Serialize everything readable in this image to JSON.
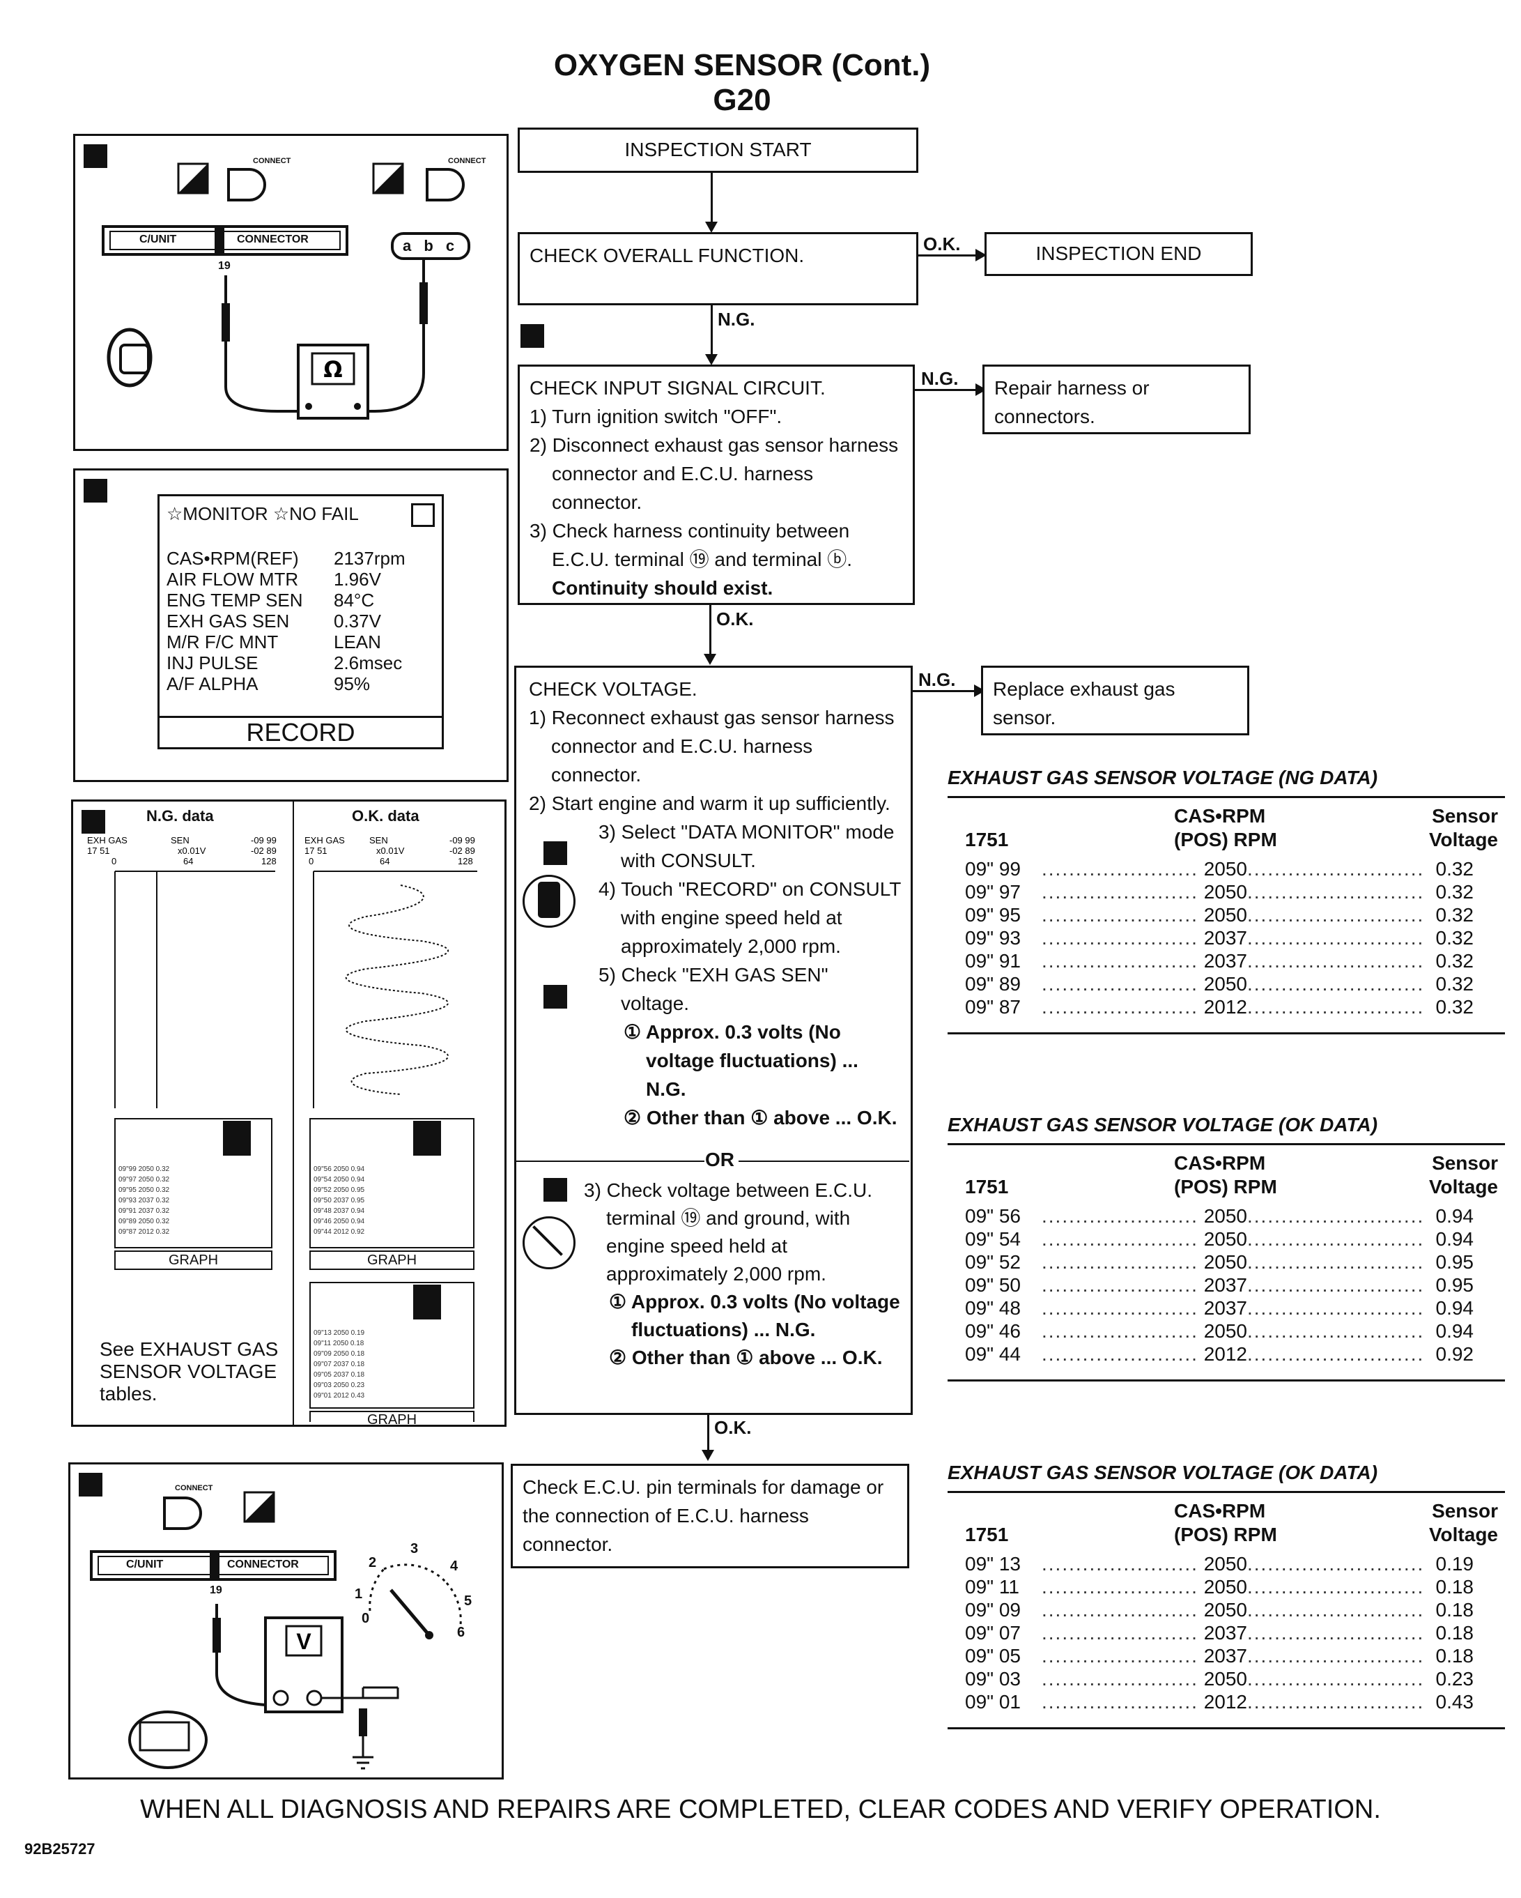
{
  "header": {
    "title": "OXYGEN SENSOR (Cont.)",
    "subtitle": "G20"
  },
  "flow": {
    "start": "INSPECTION START",
    "check_overall": "CHECK OVERALL FUNCTION.",
    "ok1": "O.K.",
    "inspection_end": "INSPECTION END",
    "ng1": "N.G.",
    "input": {
      "title": "CHECK INPUT SIGNAL CIRCUIT.",
      "s1": "1) Turn ignition switch \"OFF\".",
      "s2": "2) Disconnect exhaust gas sensor harness connector and E.C.U. harness connector.",
      "s3": "3) Check harness continuity between E.C.U. terminal ⑲ and terminal ⓑ.",
      "s4": "Continuity should exist."
    },
    "ng2": "N.G.",
    "repair": "Repair harness or connectors.",
    "ok2": "O.K.",
    "voltage": {
      "title": "CHECK VOLTAGE.",
      "s1": "1) Reconnect exhaust gas sensor harness connector and E.C.U. harness connector.",
      "s2": "2) Start engine and warm it up sufficiently.",
      "s3": "3) Select \"DATA MONITOR\" mode with CONSULT.",
      "s4": "4) Touch \"RECORD\" on CONSULT with engine speed held at approximately 2,000 rpm.",
      "s5": "5) Check \"EXH GAS SEN\" voltage.",
      "c1": "① Approx. 0.3 volts (No voltage fluctuations) ... N.G.",
      "c2": "② Other than ① above ... O.K.",
      "or": "OR",
      "alt3": "3) Check voltage between E.C.U. terminal ⑲ and ground, with engine speed held at approximately 2,000 rpm.",
      "alt_c1": "① Approx. 0.3 volts (No voltage fluctuations) ... N.G.",
      "alt_c2": "② Other than ① above ... O.K."
    },
    "ng3": "N.G.",
    "replace": "Replace exhaust gas sensor.",
    "ok3": "O.K.",
    "final": "Check E.C.U. pin terminals for damage or the connection of E.C.U. harness connector."
  },
  "panel_a": {
    "connector": "C/UNIT",
    "connector2": "CONNECTOR",
    "pin": "19",
    "abc": "a b c",
    "connect": "CONNECT",
    "ohm": "Ω"
  },
  "panel_b": {
    "monitor": "☆MONITOR  ☆NO FAIL",
    "rows": [
      {
        "k": "CAS•RPM(REF)",
        "v": "2137rpm"
      },
      {
        "k": "AIR FLOW MTR",
        "v": "1.96V"
      },
      {
        "k": "ENG TEMP SEN",
        "v": "84°C"
      },
      {
        "k": "EXH GAS SEN",
        "v": "0.37V"
      },
      {
        "k": "M/R F/C MNT",
        "v": "LEAN"
      },
      {
        "k": "INJ PULSE",
        "v": "2.6msec"
      },
      {
        "k": "A/F ALPHA",
        "v": "95%"
      }
    ],
    "record": "RECORD"
  },
  "panel_c": {
    "ng_title": "N.G. data",
    "ok_title": "O.K. data",
    "graph": "GRAPH",
    "note": "See EXHAUST GAS SENSOR VOLTAGE tables."
  },
  "panel_d": {
    "connect": "CONNECT",
    "connector": "C/UNIT",
    "connector2": "CONNECTOR",
    "pin": "19",
    "volt": "V",
    "scale": [
      "0",
      "1",
      "2",
      "3",
      "4",
      "5",
      "6"
    ]
  },
  "tables": [
    {
      "title": "EXHAUST GAS SENSOR VOLTAGE (NG DATA)",
      "col1": "1751",
      "col2a": "CAS•RPM",
      "col2b": "(POS) RPM",
      "col3a": "Sensor",
      "col3b": "Voltage",
      "rows": [
        {
          "t": "09\" 99",
          "rpm": "2050",
          "v": "0.32"
        },
        {
          "t": "09\" 97",
          "rpm": "2050",
          "v": "0.32"
        },
        {
          "t": "09\" 95",
          "rpm": "2050",
          "v": "0.32"
        },
        {
          "t": "09\" 93",
          "rpm": "2037",
          "v": "0.32"
        },
        {
          "t": "09\" 91",
          "rpm": "2037",
          "v": "0.32"
        },
        {
          "t": "09\" 89",
          "rpm": "2050",
          "v": "0.32"
        },
        {
          "t": "09\" 87",
          "rpm": "2012",
          "v": "0.32"
        }
      ]
    },
    {
      "title": "EXHAUST GAS SENSOR VOLTAGE (OK DATA)",
      "col1": "1751",
      "col2a": "CAS•RPM",
      "col2b": "(POS) RPM",
      "col3a": "Sensor",
      "col3b": "Voltage",
      "rows": [
        {
          "t": "09\" 56",
          "rpm": "2050",
          "v": "0.94"
        },
        {
          "t": "09\" 54",
          "rpm": "2050",
          "v": "0.94"
        },
        {
          "t": "09\" 52",
          "rpm": "2050",
          "v": "0.95"
        },
        {
          "t": "09\" 50",
          "rpm": "2037",
          "v": "0.95"
        },
        {
          "t": "09\" 48",
          "rpm": "2037",
          "v": "0.94"
        },
        {
          "t": "09\" 46",
          "rpm": "2050",
          "v": "0.94"
        },
        {
          "t": "09\" 44",
          "rpm": "2012",
          "v": "0.92"
        }
      ]
    },
    {
      "title": "EXHAUST GAS SENSOR VOLTAGE (OK DATA)",
      "col1": "1751",
      "col2a": "CAS•RPM",
      "col2b": "(POS) RPM",
      "col3a": "Sensor",
      "col3b": "Voltage",
      "rows": [
        {
          "t": "09\" 13",
          "rpm": "2050",
          "v": "0.19"
        },
        {
          "t": "09\" 11",
          "rpm": "2050",
          "v": "0.18"
        },
        {
          "t": "09\" 09",
          "rpm": "2050",
          "v": "0.18"
        },
        {
          "t": "09\" 07",
          "rpm": "2037",
          "v": "0.18"
        },
        {
          "t": "09\" 05",
          "rpm": "2037",
          "v": "0.18"
        },
        {
          "t": "09\" 03",
          "rpm": "2050",
          "v": "0.23"
        },
        {
          "t": "09\" 01",
          "rpm": "2012",
          "v": "0.43"
        }
      ]
    }
  ],
  "footer": {
    "notice": "WHEN ALL DIAGNOSIS AND REPAIRS ARE COMPLETED, CLEAR CODES AND VERIFY OPERATION.",
    "code": "92B25727"
  }
}
